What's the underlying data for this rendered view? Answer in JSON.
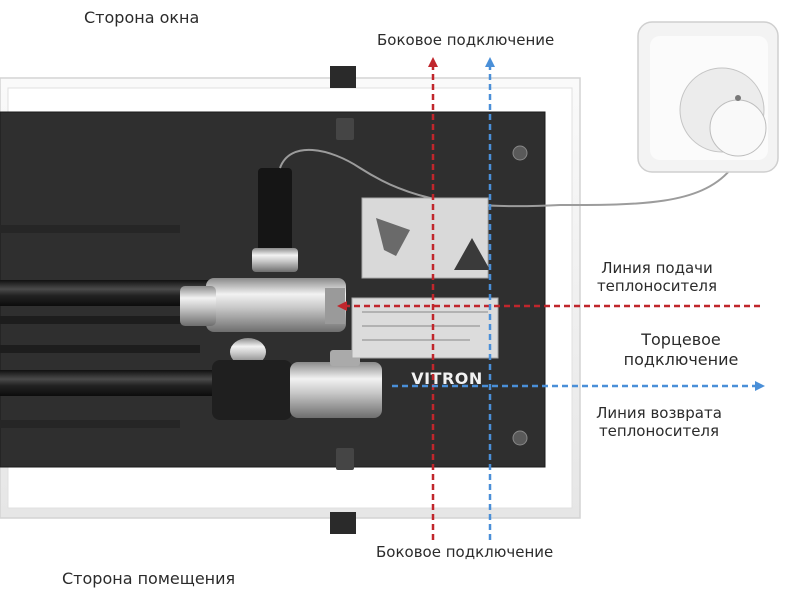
{
  "labels": {
    "window_side": "Сторона окна",
    "room_side": "Сторона помещения",
    "side_connection_top": "Боковое подключение",
    "side_connection_bottom": "Боковое подключение",
    "supply_line_1": "Линия подачи",
    "supply_line_2": "теплоносителя",
    "end_connection_1": "Торцевое",
    "end_connection_2": "подключение",
    "return_line_1": "Линия возврата",
    "return_line_2": "теплоносителя"
  },
  "brand": {
    "name": "VITRON",
    "accent": "#c0392b"
  },
  "colors": {
    "supply": "#c0262c",
    "return": "#4a8fd8",
    "frame": "#f4f4f4",
    "panel": "#2e2e2e"
  }
}
